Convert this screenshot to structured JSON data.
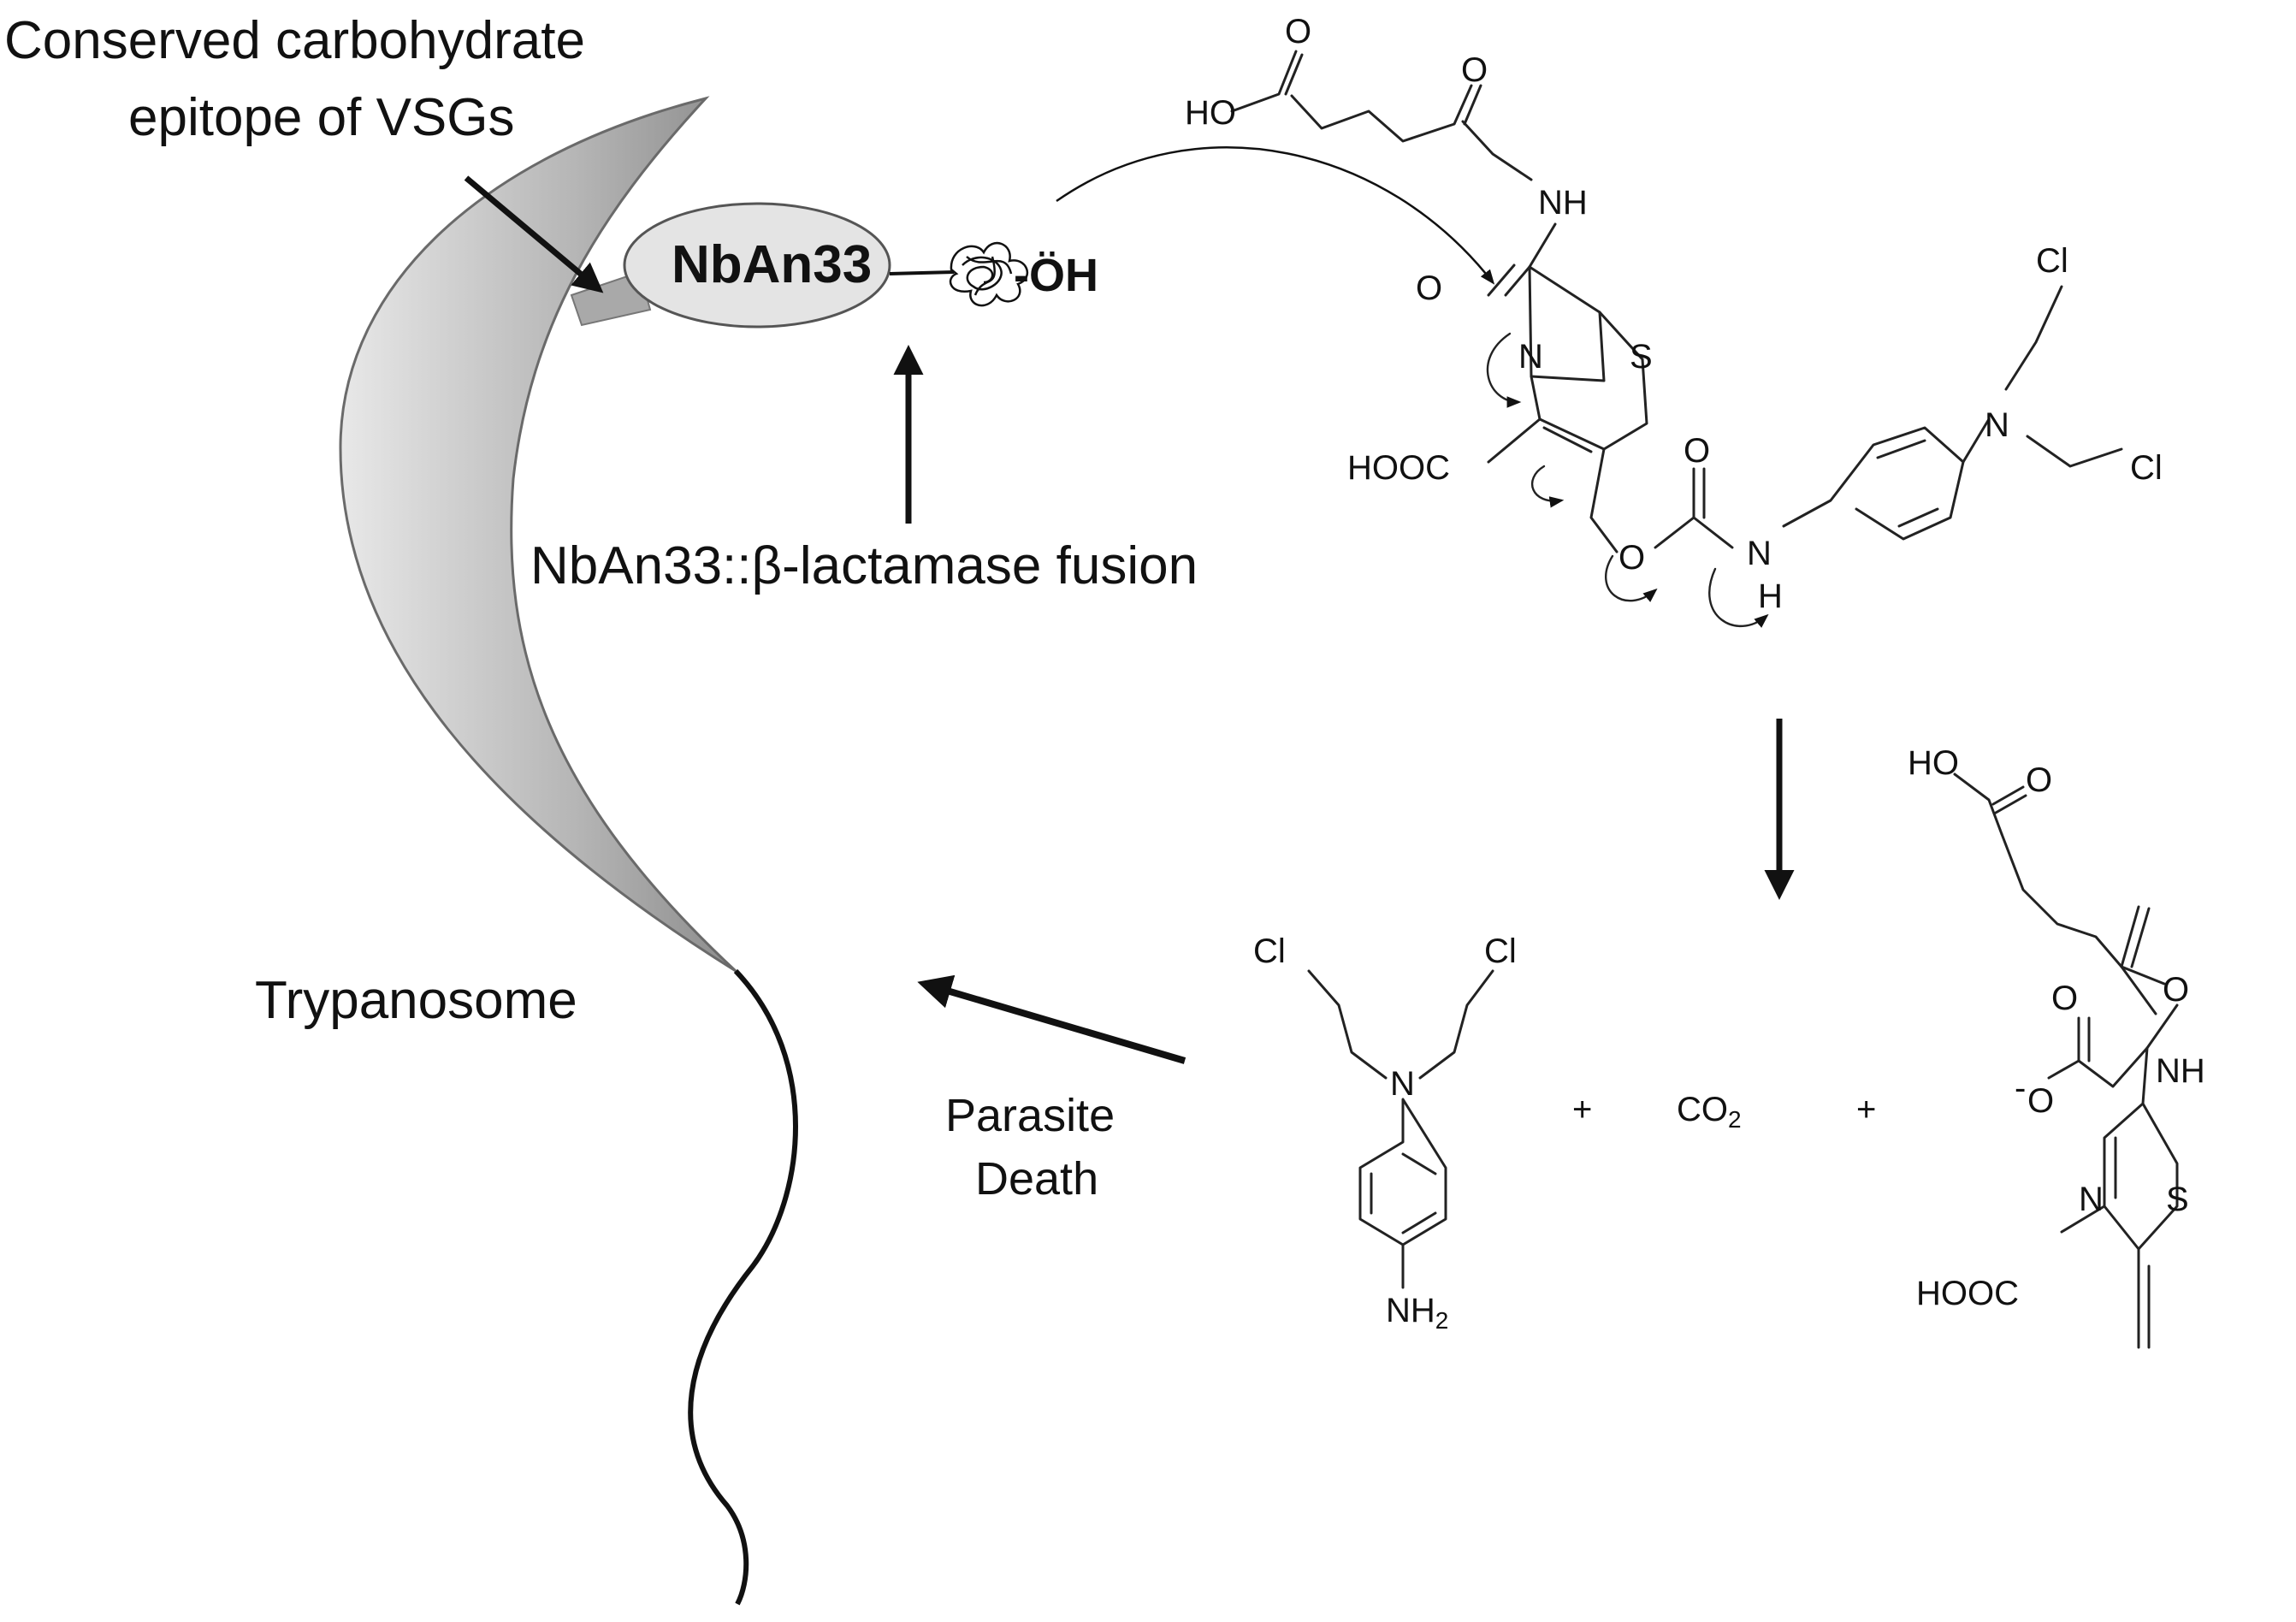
{
  "labels": {
    "epitope_line1": "Conserved carbohydrate",
    "epitope_line2": "epitope of VSGs",
    "nanobody": "NbAn33",
    "hydroxyl": "-ÖH",
    "fusion": "NbAn33::β-lactamase fusion",
    "organism": "Trypanosome",
    "outcome_line1": "Parasite",
    "outcome_line2": "Death"
  },
  "prodrug": {
    "acid_top": "HO",
    "carbonyl_o1": "O",
    "carbonyl_o2": "O",
    "amide_nh": "NH",
    "lactam_o": "O",
    "ring_n": "N",
    "ring_s": "S",
    "carboxyl": "HOOC",
    "carbamate_o": "O",
    "carbamate_o_ring": "O",
    "aniline_n": "N",
    "aniline_h": "H",
    "mustard_n": "N",
    "cl_top": "Cl",
    "cl_right": "Cl"
  },
  "products": {
    "mustard": {
      "cl_left": "Cl",
      "cl_right": "Cl",
      "amine_n": "N",
      "nh2": "NH",
      "nh2_sub": "2"
    },
    "plus1": "+",
    "co2": "CO",
    "co2_sub": "2",
    "plus2": "+",
    "fragment": {
      "acid_top": "HO",
      "acid_o": "O",
      "amide_o": "O",
      "carboxylate_o": "O",
      "carboxylate_minus": "-",
      "carboxylate_o2": "O",
      "amide_nh": "NH",
      "ring_n": "N",
      "ring_s": "S",
      "carboxyl": "HOOC"
    }
  }
}
